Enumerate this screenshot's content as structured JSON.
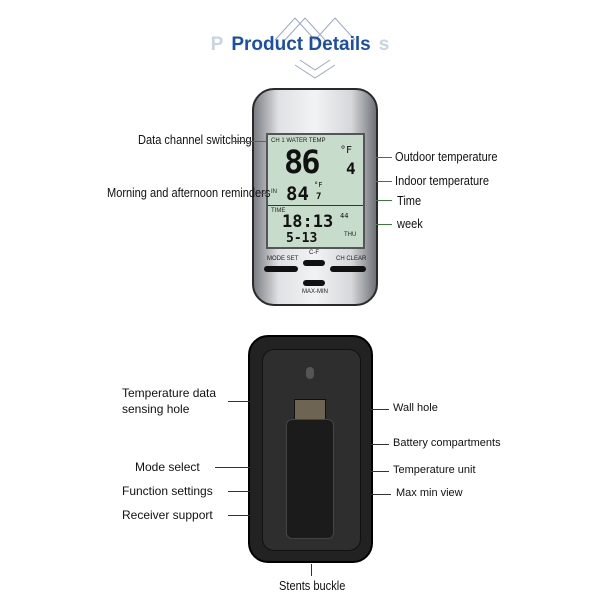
{
  "header": {
    "title": "Product Details",
    "ghost_left": "P",
    "ghost_right": "s"
  },
  "front": {
    "left_labels": [
      "Data channel switching",
      "Morning and afternoon reminders"
    ],
    "right_labels": [
      "Outdoor temperature",
      "Indoor temperature",
      "Time",
      "week"
    ],
    "lcd": {
      "channel": "CH 1 WATER TEMP",
      "outdoor_temp": "86",
      "outdoor_decimal": "4",
      "unit": "°F",
      "indoor_icon": "IN",
      "indoor_temp": "84",
      "indoor_decimal": "7",
      "time_label": "TIME",
      "time": "18:13",
      "seconds": "44",
      "date": "5-13",
      "weekday": "THU"
    },
    "buttons": {
      "mode_set": "MODE SET",
      "c_f": "C-F",
      "ch_clear": "CH CLEAR",
      "max_min": "MAX-MIN"
    }
  },
  "back": {
    "left_labels": [
      "Temperature data",
      "sensing hole",
      "Mode  select",
      "Function settings",
      "Receiver support"
    ],
    "right_labels": [
      "Wall hole",
      "Battery compartments",
      "Temperature unit",
      "Max min view"
    ],
    "bottom_label": "Stents buckle"
  }
}
